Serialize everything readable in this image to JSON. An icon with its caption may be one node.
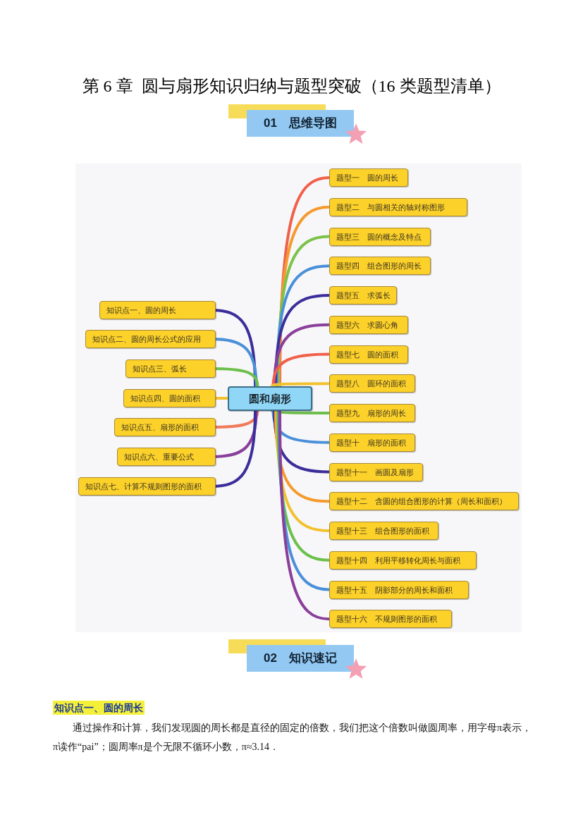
{
  "diagram": {
    "title": "第 6 章  圆与扇形知识归纳与题型突破（16 类题型清单）",
    "nodes": [
      {
        "text": [
          "圆和扇形"
        ]
      },
      {
        "text": [
          "知识点一、圆的周长"
        ]
      },
      {
        "text": [
          "知识点二、圆的周长公式的应用"
        ]
      },
      {
        "text": [
          "知识点三、弧长"
        ]
      },
      {
        "text": [
          "知识点四、圆的面积"
        ]
      },
      {
        "text": [
          "知识点五、扇形的面积"
        ]
      },
      {
        "text": [
          "知识点六、重要公式"
        ]
      },
      {
        "text": [
          "知识点七、计算不规则图形的面积"
        ]
      },
      {
        "text": [
          "题型一　圆的周长"
        ]
      },
      {
        "text": [
          "题型二　与圆相关的轴对称图形"
        ]
      },
      {
        "text": [
          "题型三　圆的概念及特点"
        ]
      },
      {
        "text": [
          "题型四　组合图形的周长"
        ]
      },
      {
        "text": [
          "题型五　求弧长"
        ]
      },
      {
        "text": [
          "题型六　求圆心角"
        ]
      },
      {
        "text": [
          "题型七　圆的面积"
        ]
      },
      {
        "text": [
          "题型八　圆环的面积"
        ]
      },
      {
        "text": [
          "题型九　扇形的周长"
        ]
      },
      {
        "text": [
          "题型十　扇形的面积"
        ]
      },
      {
        "text": [
          "题型十一　画圆及扇形"
        ]
      },
      {
        "text": [
          "题型十二　含圆的组合图形的计算（周长和面积）"
        ]
      },
      {
        "text": [
          "题型十三　组合图形的面积"
        ]
      },
      {
        "text": [
          "题型十四　利用平移转化周长与面积"
        ]
      },
      {
        "text": [
          "题型十五　阴影部分的周长和面积"
        ]
      },
      {
        "text": [
          "题型十六　不规则图形的面积"
        ]
      }
    ],
    "edges": [
      {
        "from": 0,
        "to": 1,
        "arrow": "none",
        "color": "#3b2e9a"
      },
      {
        "from": 0,
        "to": 2,
        "arrow": "none",
        "color": "#4a90d9"
      },
      {
        "from": 0,
        "to": 3,
        "arrow": "none",
        "color": "#6cbf4a"
      },
      {
        "from": 0,
        "to": 4,
        "arrow": "none",
        "color": "#f2c12e"
      },
      {
        "from": 0,
        "to": 5,
        "arrow": "none",
        "color": "#f07a5a"
      },
      {
        "from": 0,
        "to": 6,
        "arrow": "none",
        "color": "#8a3f9a"
      },
      {
        "from": 0,
        "to": 7,
        "arrow": "none",
        "color": "#3b2e9a"
      },
      {
        "from": 0,
        "to": 8,
        "arrow": "none",
        "color": "#f0604a"
      },
      {
        "from": 0,
        "to": 9,
        "arrow": "none",
        "color": "#f59a2e"
      },
      {
        "from": 0,
        "to": 10,
        "arrow": "none",
        "color": "#7cc24a"
      },
      {
        "from": 0,
        "to": 11,
        "arrow": "none",
        "color": "#4a90d9"
      },
      {
        "from": 0,
        "to": 12,
        "arrow": "none",
        "color": "#3b2e9a"
      },
      {
        "from": 0,
        "to": 13,
        "arrow": "none",
        "color": "#8a3f9a"
      },
      {
        "from": 0,
        "to": 14,
        "arrow": "none",
        "color": "#f0604a"
      },
      {
        "from": 0,
        "to": 15,
        "arrow": "none",
        "color": "#f2c12e"
      },
      {
        "from": 0,
        "to": 16,
        "arrow": "none",
        "color": "#6cbf4a"
      },
      {
        "from": 0,
        "to": 17,
        "arrow": "none",
        "color": "#4a90d9"
      },
      {
        "from": 0,
        "to": 18,
        "arrow": "none",
        "color": "#3b2e9a"
      },
      {
        "from": 0,
        "to": 19,
        "arrow": "none",
        "color": "#f59a2e"
      },
      {
        "from": 0,
        "to": 20,
        "arrow": "none",
        "color": "#f2c12e"
      },
      {
        "from": 0,
        "to": 21,
        "arrow": "none",
        "color": "#6cbf4a"
      },
      {
        "from": 0,
        "to": 22,
        "arrow": "none",
        "color": "#4a90d9"
      },
      {
        "from": 0,
        "to": 23,
        "arrow": "none",
        "color": "#8a3f9a"
      }
    ],
    "labels": [
      "01　思维导图",
      "02　知识速记",
      "知识点一、圆的周长",
      "通过操作和计算，我们发现圆的周长都是直径的固定的倍数，我们把这个倍数叫做圆周率，用字母π表示，π读作“pai”；圆周率π是个无限不循环小数，π≈3.14．"
    ]
  }
}
